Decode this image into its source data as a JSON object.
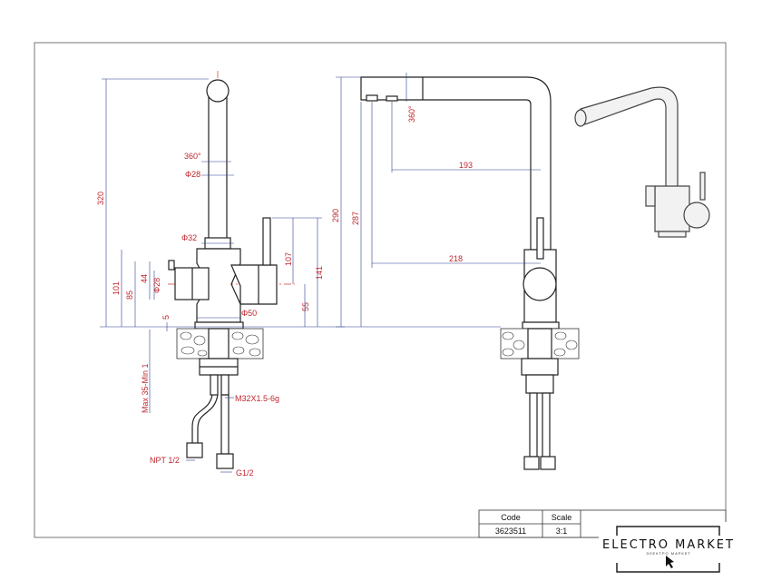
{
  "front_view": {
    "dims": {
      "h320": "320",
      "rot360": "360°",
      "d28_spout": "Φ28",
      "d32": "Φ32",
      "h101": "101",
      "h85": "85",
      "h44": "44",
      "d28_inlet": "Φ28",
      "h5": "5",
      "d50": "Φ50",
      "h107": "107",
      "h141": "141",
      "h55": "55",
      "max": "Max 35-Min 1",
      "thread": "M32X1.5-6g",
      "npt": "NPT 1/2",
      "g12": "G1/2"
    }
  },
  "side_view": {
    "dims": {
      "h290": "290",
      "h287": "287",
      "rot360": "360°",
      "w193": "193",
      "w218": "218"
    }
  },
  "title_block": {
    "code_label": "Code",
    "code_value": "3623511",
    "scale_label": "Scale",
    "scale_value": "3:1"
  },
  "logo": {
    "text": "ELECTRO MARKET",
    "subtitle": "ЭЛЕКТРО МАРКЕТ"
  },
  "colors": {
    "dimension": "#c0262c",
    "dimension_line": "#2a3f8f",
    "outline": "#222222"
  }
}
